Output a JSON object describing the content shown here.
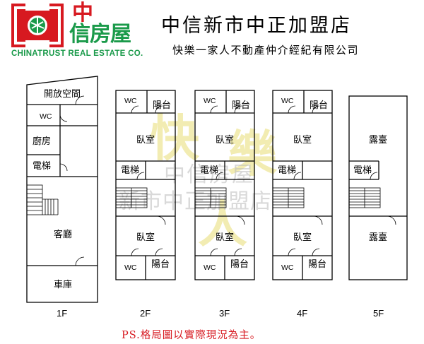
{
  "header": {
    "brand_cn_line1": "中",
    "brand_cn_line2": "信房屋",
    "brand_en": "CHINATRUST REAL ESTATE CO.",
    "store_name": "中信新市中正加盟店",
    "company": "快樂一家人不動產仲介經紀有限公司"
  },
  "colors": {
    "brand_red": "#d71920",
    "brand_green": "#1a9a4a",
    "watermark": "#f2ecb2"
  },
  "watermark": {
    "big1": "快",
    "big2": "樂",
    "big3": "人",
    "brand": "中信房屋",
    "store": "新市中正加盟店"
  },
  "floors": {
    "f1": {
      "label": "1F",
      "open_space": "開放空間",
      "wc": "WC",
      "kitchen": "廚房",
      "elevator": "電梯",
      "living": "客廳",
      "garage": "車庫"
    },
    "f2": {
      "label": "2F",
      "wc_top": "WC",
      "balcony_top": "陽台",
      "bedroom_top": "臥室",
      "elevator": "電梯",
      "bedroom_bottom": "臥室",
      "wc_bottom": "WC",
      "balcony_bottom": "陽台"
    },
    "f3": {
      "label": "3F",
      "wc_top": "WC",
      "balcony_top": "陽台",
      "bedroom_top": "臥室",
      "elevator": "電梯",
      "bedroom_bottom": "臥室",
      "wc_bottom": "WC",
      "balcony_bottom": "陽台"
    },
    "f4": {
      "label": "4F",
      "wc_top": "WC",
      "balcony_top": "陽台",
      "bedroom_top": "臥室",
      "elevator": "電梯",
      "bedroom_bottom": "臥室",
      "wc_bottom": "WC",
      "balcony_bottom": "陽台"
    },
    "f5": {
      "label": "5F",
      "terrace_top": "露臺",
      "elevator": "電梯",
      "terrace_bottom": "露臺"
    }
  },
  "note": "PS.格局圖以實際現況為主。"
}
